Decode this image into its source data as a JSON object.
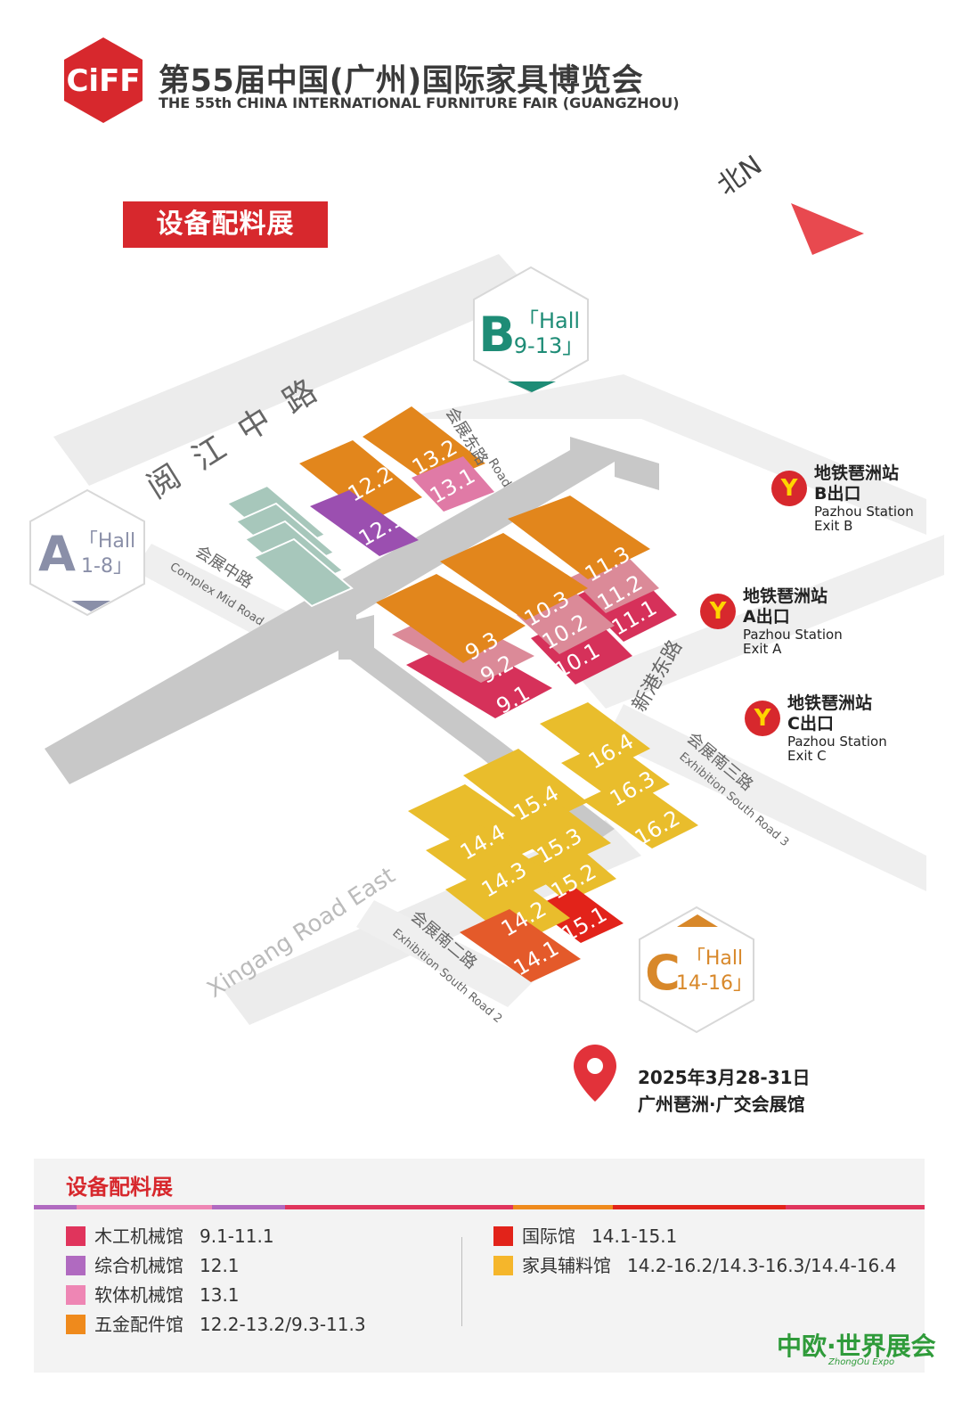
{
  "header": {
    "logo_text": "CiFF",
    "title_cn": "第55届中国(广州)国际家具博览会",
    "title_en": "THE 55th CHINA INTERNATIONAL FURNITURE FAIR (GUANGZHOU)"
  },
  "section_tag": "设备配料展",
  "compass": {
    "label": "北N"
  },
  "hall_badges": [
    {
      "letter": "A",
      "text_1": "「Hall",
      "text_2": "1-8」",
      "color": "#8a8fa8"
    },
    {
      "letter": "B",
      "text_1": "「Hall",
      "text_2": "9-13」",
      "color": "#1e8c76"
    },
    {
      "letter": "C",
      "text_1": "「Hall",
      "text_2": "14-16」",
      "color": "#d8882a"
    }
  ],
  "roads": {
    "yuejiang_mid": "阅江中路",
    "exhibition_east_cn": "会展东路",
    "exhibition_east_en": "Road",
    "complex_mid_cn": "会展中路",
    "complex_mid_en": "Complex Mid Road",
    "xingang_east_cn": "新港东路",
    "xingang_east_en": "Xingang Road East",
    "south3_cn": "会展南三路",
    "south3_en": "Exhibition South Road 3",
    "south2_cn": "会展南二路",
    "south2_en": "Exhibition South Road 2"
  },
  "halls": {
    "h12_2": "12.2",
    "h12_1": "12.1",
    "h13_2": "13.2",
    "h13_1": "13.1",
    "h11_3": "11.3",
    "h10_3": "10.3",
    "h9_3": "9.3",
    "h11_2": "11.2",
    "h10_2": "10.2",
    "h9_2": "9.2",
    "h11_1": "11.1",
    "h10_1": "10.1",
    "h9_1": "9.1",
    "h16_4": "16.4",
    "h16_3": "16.3",
    "h16_2": "16.2",
    "h15_4": "15.4",
    "h15_3": "15.3",
    "h15_2": "15.2",
    "h15_1": "15.1",
    "h14_4": "14.4",
    "h14_3": "14.3",
    "h14_2": "14.2",
    "h14_1": "14.1"
  },
  "colors": {
    "hardware": "#e2861c",
    "woodworking": "#d6315a",
    "woodworking_light": "#db8a98",
    "general_machinery": "#9b4fb0",
    "soft_machinery": "#e07aa6",
    "international": "#e2231a",
    "auxiliary": "#e9bd2c",
    "hall_1_8": "#a7c7bb",
    "road": "#e9e9e9",
    "ring_road": "#c8c8c8",
    "brand_red": "#d7282d"
  },
  "metro": [
    {
      "icon": "Y",
      "cn_1": "地铁琶洲站",
      "cn_2": "B出口",
      "en_1": "Pazhou Station",
      "en_2": "Exit B"
    },
    {
      "icon": "Y",
      "cn_1": "地铁琶洲站",
      "cn_2": "A出口",
      "en_1": "Pazhou Station",
      "en_2": "Exit A"
    },
    {
      "icon": "Y",
      "cn_1": "地铁琶洲站",
      "cn_2": "C出口",
      "en_1": "Pazhou Station",
      "en_2": "Exit C"
    }
  ],
  "event": {
    "date": "2025年3月28-31日",
    "venue": "广州琶洲·广交会展馆"
  },
  "legend": {
    "title": "设备配料展",
    "items": [
      {
        "name": "木工机械馆",
        "halls": "9.1-11.1",
        "color": "#e0345c"
      },
      {
        "name": "综合机械馆",
        "halls": "12.1",
        "color": "#b06ac0"
      },
      {
        "name": "软体机械馆",
        "halls": "13.1",
        "color": "#ee86b4"
      },
      {
        "name": "五金配件馆",
        "halls": "12.2-13.2/9.3-11.3",
        "color": "#ef8a1c"
      },
      {
        "name": "国际馆",
        "halls": "14.1-15.1",
        "color": "#e2231a"
      },
      {
        "name": "家具辅料馆",
        "halls": "14.2-16.2/14.3-16.3/14.4-16.4",
        "color": "#f5b62b"
      }
    ]
  },
  "watermark": {
    "cn": "中欧·世界展会",
    "en": "ZhongOu Expo"
  }
}
